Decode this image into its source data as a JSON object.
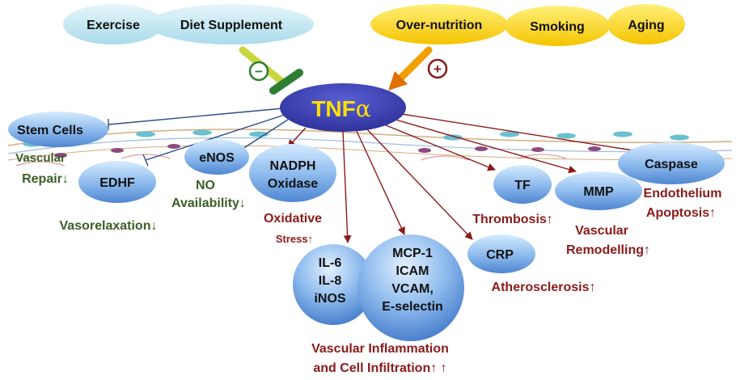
{
  "colors": {
    "inhibit_green": "#2e7d32",
    "activate_dark_red": "#8b1a1a",
    "green_text": "#3b5e25",
    "red_text": "#8b1a1a",
    "tnf_fill": "#3a3fb0",
    "tnf_text": "#ffe000",
    "blue_node": "#5b8fd6",
    "top_left_fill": "#bfe3f0",
    "top_right_fill": "#ffd000"
  },
  "inhibitors": {
    "exercise": "Exercise",
    "diet_supplement": "Diet Supplement",
    "sign": "−"
  },
  "promoters": {
    "over_nutrition": "Over-nutrition",
    "smoking": "Smoking",
    "aging": "Aging",
    "sign": "+"
  },
  "center": {
    "label": "TNF",
    "alpha": "α"
  },
  "nodes": {
    "stem_cells": "Stem Cells",
    "edhf": "EDHF",
    "enos": "eNOS",
    "nadph_1": "NADPH",
    "nadph_2": "Oxidase",
    "il_group": [
      "IL-6",
      "IL-8",
      "iNOS"
    ],
    "mcp_group": [
      "MCP-1",
      "ICAM",
      "VCAM,",
      "E-selectin"
    ],
    "crp": "CRP",
    "tf": "TF",
    "mmp": "MMP",
    "caspase": "Caspase"
  },
  "outcomes": {
    "vascular_repair_1": "Vascular",
    "vascular_repair_2": "Repair↓",
    "no_avail_1": "NO",
    "no_avail_2": "Availability↓",
    "vasorelaxation": "Vasorelaxation↓",
    "oxidative_1": "Oxidative",
    "oxidative_2": "Stress↑",
    "thrombosis": "Thrombosis↑",
    "vascular_remodelling_1": "Vascular",
    "vascular_remodelling_2": "Remodelling↑",
    "endothelium_1": "Endothelium",
    "endothelium_2": "Apoptosis↑",
    "atherosclerosis": "Atherosclerosis↑",
    "inflammation_1": "Vascular Inflammation",
    "inflammation_2": "and Cell Infiltration↑ ↑"
  }
}
